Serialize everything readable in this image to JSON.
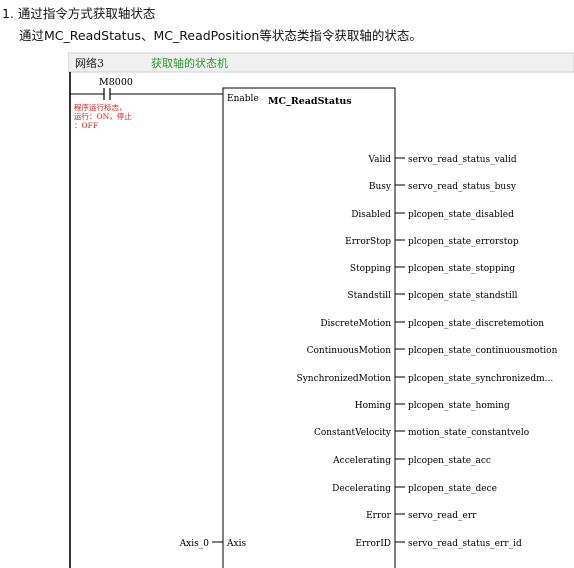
{
  "doc": {
    "heading": "1. 通过指令方式获取轴状态",
    "description": "通过MC_ReadStatus、MC_ReadPosition等状态类指令获取轴的状态。"
  },
  "ladder": {
    "network_label": "网络3",
    "network_comment": "获取轴的状态机",
    "contact_address": "M8000",
    "contact_comment_lines": [
      "程序运行标志，",
      "运行：ON，停止",
      "：OFF"
    ],
    "block": {
      "enable_label": "Enable",
      "name": "MC_ReadStatus",
      "input_pin": "Axis",
      "input_var": "Axis_0",
      "outputs": [
        {
          "pin": "Valid",
          "var": "servo_read_status_valid"
        },
        {
          "pin": "Busy",
          "var": "servo_read_status_busy"
        },
        {
          "pin": "Disabled",
          "var": "plcopen_state_disabled"
        },
        {
          "pin": "ErrorStop",
          "var": "plcopen_state_errorstop"
        },
        {
          "pin": "Stopping",
          "var": "plcopen_state_stopping"
        },
        {
          "pin": "Standstill",
          "var": "plcopen_state_standstill"
        },
        {
          "pin": "DiscreteMotion",
          "var": "plcopen_state_discretemotion"
        },
        {
          "pin": "ContinuousMotion",
          "var": "plcopen_state_continuousmotion"
        },
        {
          "pin": "SynchronizedMotion",
          "var": "plcopen_state_synchronizedm..."
        },
        {
          "pin": "Homing",
          "var": "plcopen_state_homing"
        },
        {
          "pin": "ConstantVelocity",
          "var": "motion_state_constantvelo"
        },
        {
          "pin": "Accelerating",
          "var": "plcopen_state_acc"
        },
        {
          "pin": "Decelerating",
          "var": "plcopen_state_dece"
        },
        {
          "pin": "Error",
          "var": "servo_read_err"
        },
        {
          "pin": "ErrorID",
          "var": "servo_read_status_err_id"
        }
      ]
    },
    "colors": {
      "header_bg": "#f0f0f0",
      "comment_green": "#2f9a2f",
      "comment_red": "#d22020",
      "line": "#000000"
    }
  }
}
